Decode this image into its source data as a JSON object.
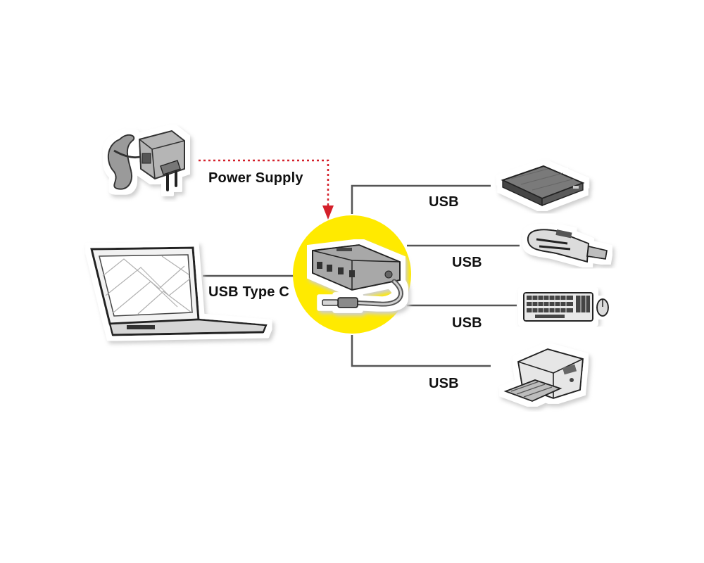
{
  "labels": {
    "power_supply": "Power Supply",
    "usb_type_c": "USB Type C",
    "usb_1": "USB",
    "usb_2": "USB",
    "usb_3": "USB",
    "usb_4": "USB"
  },
  "colors": {
    "hub_circle": "#ffea00",
    "power_line": "#d4202a",
    "connector_line": "#555555",
    "sticker_shadow": "#d9d9d9"
  },
  "icons": [
    "power-adapter-icon",
    "laptop-icon",
    "usb-hub-icon",
    "external-hard-drive-icon",
    "card-reader-icon",
    "keyboard-icon",
    "mouse-icon",
    "printer-icon"
  ]
}
